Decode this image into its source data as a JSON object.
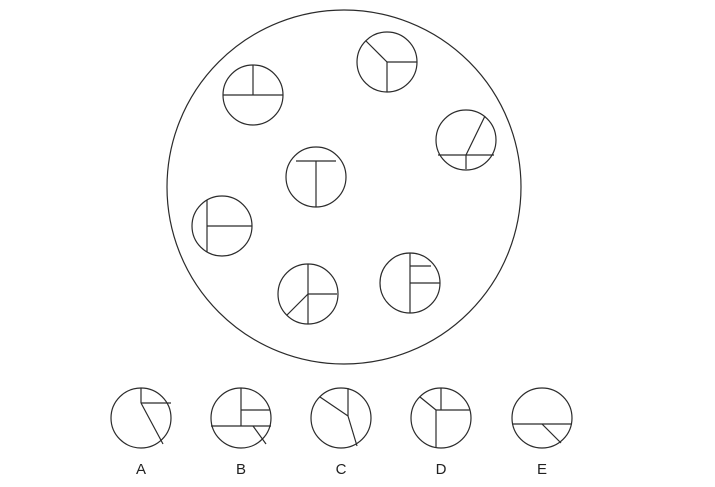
{
  "options": [
    {
      "label": "A"
    },
    {
      "label": "B"
    },
    {
      "label": "C"
    },
    {
      "label": "D"
    },
    {
      "label": "E"
    }
  ]
}
